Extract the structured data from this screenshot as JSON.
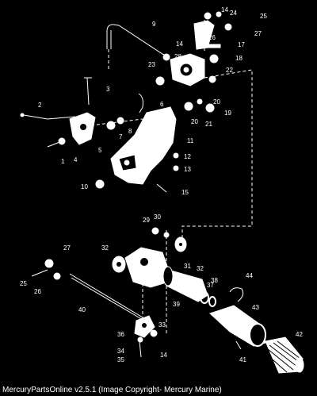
{
  "footer": {
    "caption": "MercuryPartsOnline v2.5.1 (Image Copyright- Mercury Marine)"
  },
  "callouts": [
    "1",
    "2",
    "3",
    "4",
    "5",
    "6",
    "7",
    "8",
    "9",
    "10",
    "11",
    "12",
    "13",
    "14",
    "14",
    "14",
    "15",
    "16",
    "17",
    "18",
    "19",
    "20",
    "20",
    "21",
    "22",
    "23",
    "24",
    "25",
    "25",
    "26",
    "26",
    "27",
    "27",
    "28",
    "29",
    "30",
    "31",
    "32",
    "32",
    "33",
    "34",
    "35",
    "36",
    "37",
    "38",
    "39",
    "40",
    "41",
    "42",
    "43",
    "44"
  ]
}
